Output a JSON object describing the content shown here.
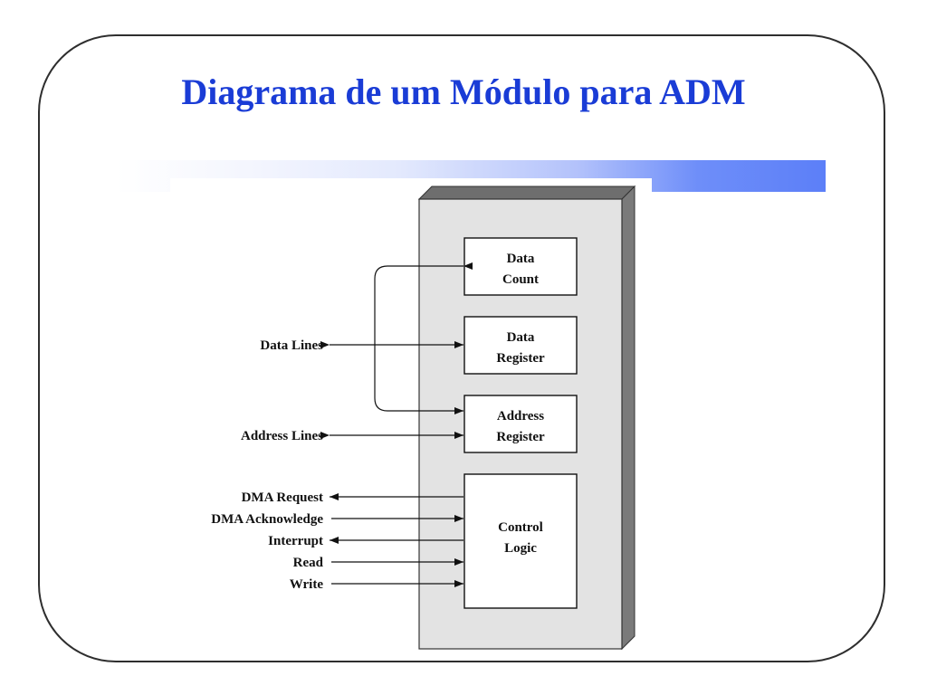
{
  "slide": {
    "title": "Diagrama de um Módulo para ADM"
  },
  "diagram": {
    "registers": [
      {
        "line1": "Data",
        "line2": "Count"
      },
      {
        "line1": "Data",
        "line2": "Register"
      },
      {
        "line1": "Address",
        "line2": "Register"
      }
    ],
    "control": {
      "line1": "Control",
      "line2": "Logic"
    },
    "signals": {
      "data_lines": "Data Lines",
      "address_lines": "Address Lines",
      "dma_request": "DMA Request",
      "dma_acknowledge": "DMA Acknowledge",
      "interrupt": "Interrupt",
      "read": "Read",
      "write": "Write"
    }
  },
  "colors": {
    "title": "#1a3cd6",
    "module_face": "#e3e3e3",
    "module_side": "#7a7a7a",
    "bar_accent": "#5c7ff8"
  }
}
